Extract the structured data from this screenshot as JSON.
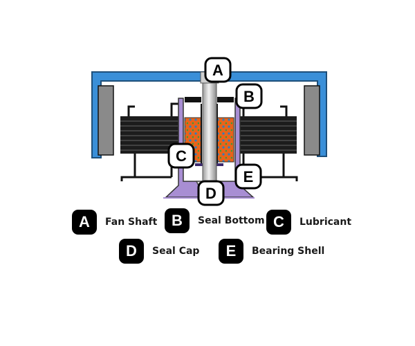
{
  "diagram": {
    "callouts": {
      "a": "A",
      "b": "B",
      "c": "C",
      "d": "D",
      "e": "E"
    },
    "colors": {
      "frame_blue": "#3a8fd8",
      "magnet_gray": "#8a8a8a",
      "bearing_purple": "#a88ed3",
      "lubricant_orange": "#e8631a",
      "coil_black": "#1c1c1c",
      "shaft_silver": "#d8d8d8"
    }
  },
  "legend": {
    "items": [
      {
        "letter": "A",
        "label": "Fan Shaft"
      },
      {
        "letter": "B",
        "label": "Seal Bottom"
      },
      {
        "letter": "C",
        "label": "Lubricant"
      },
      {
        "letter": "D",
        "label": "Seal Cap"
      },
      {
        "letter": "E",
        "label": "Bearing Shell"
      }
    ]
  }
}
